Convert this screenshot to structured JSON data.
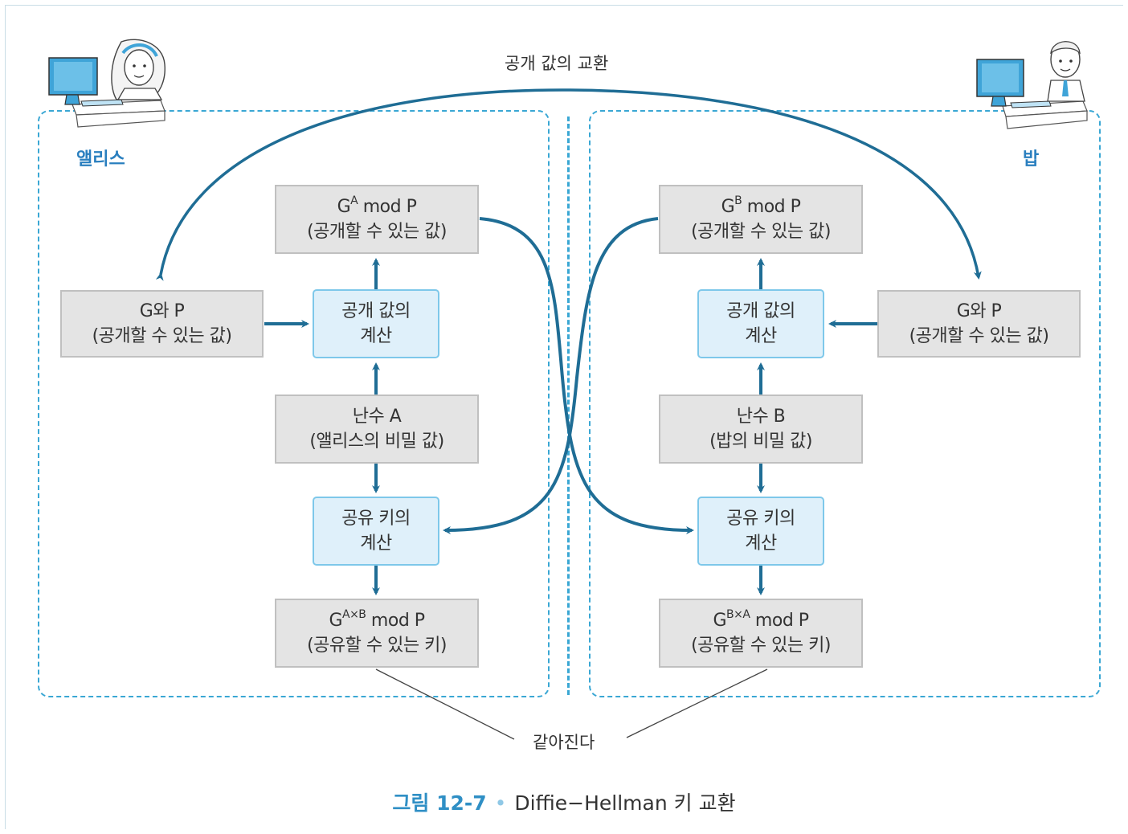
{
  "top_label": "공개 값의 교환",
  "alice": {
    "name": "앨리스",
    "public_result": {
      "base": "G",
      "exp": "A",
      "mod": "mod P",
      "note": "(공개할 수 있는 값)"
    },
    "params": {
      "line1": "G와 P",
      "line2": "(공개할 수 있는 값)"
    },
    "compute_public": {
      "line1": "공개 값의",
      "line2": "계산"
    },
    "random": {
      "line1": "난수 A",
      "line2": "(앨리스의 비밀 값)"
    },
    "compute_shared": {
      "line1": "공유 키의",
      "line2": "계산"
    },
    "shared_key": {
      "base": "G",
      "exp": "A×B",
      "mod": "mod P",
      "note": "(공유할 수 있는 키)"
    }
  },
  "bob": {
    "name": "밥",
    "public_result": {
      "base": "G",
      "exp": "B",
      "mod": "mod P",
      "note": "(공개할 수 있는 값)"
    },
    "params": {
      "line1": "G와 P",
      "line2": "(공개할 수 있는 값)"
    },
    "compute_public": {
      "line1": "공개 값의",
      "line2": "계산"
    },
    "random": {
      "line1": "난수 B",
      "line2": "(밥의 비밀 값)"
    },
    "compute_shared": {
      "line1": "공유 키의",
      "line2": "계산"
    },
    "shared_key": {
      "base": "G",
      "exp": "B×A",
      "mod": "mod P",
      "note": "(공유할 수 있는 키)"
    }
  },
  "equal_label": "같아진다",
  "caption": {
    "number": "그림 12-7",
    "dot": "•",
    "title": "Diffie−Hellman 키 교환"
  },
  "colors": {
    "accent": "#2a7fbf",
    "arrow": "#1f6d95",
    "dashed": "#3aa7d4",
    "gray_box": "#e4e4e4",
    "blue_box": "#dff0fa"
  }
}
